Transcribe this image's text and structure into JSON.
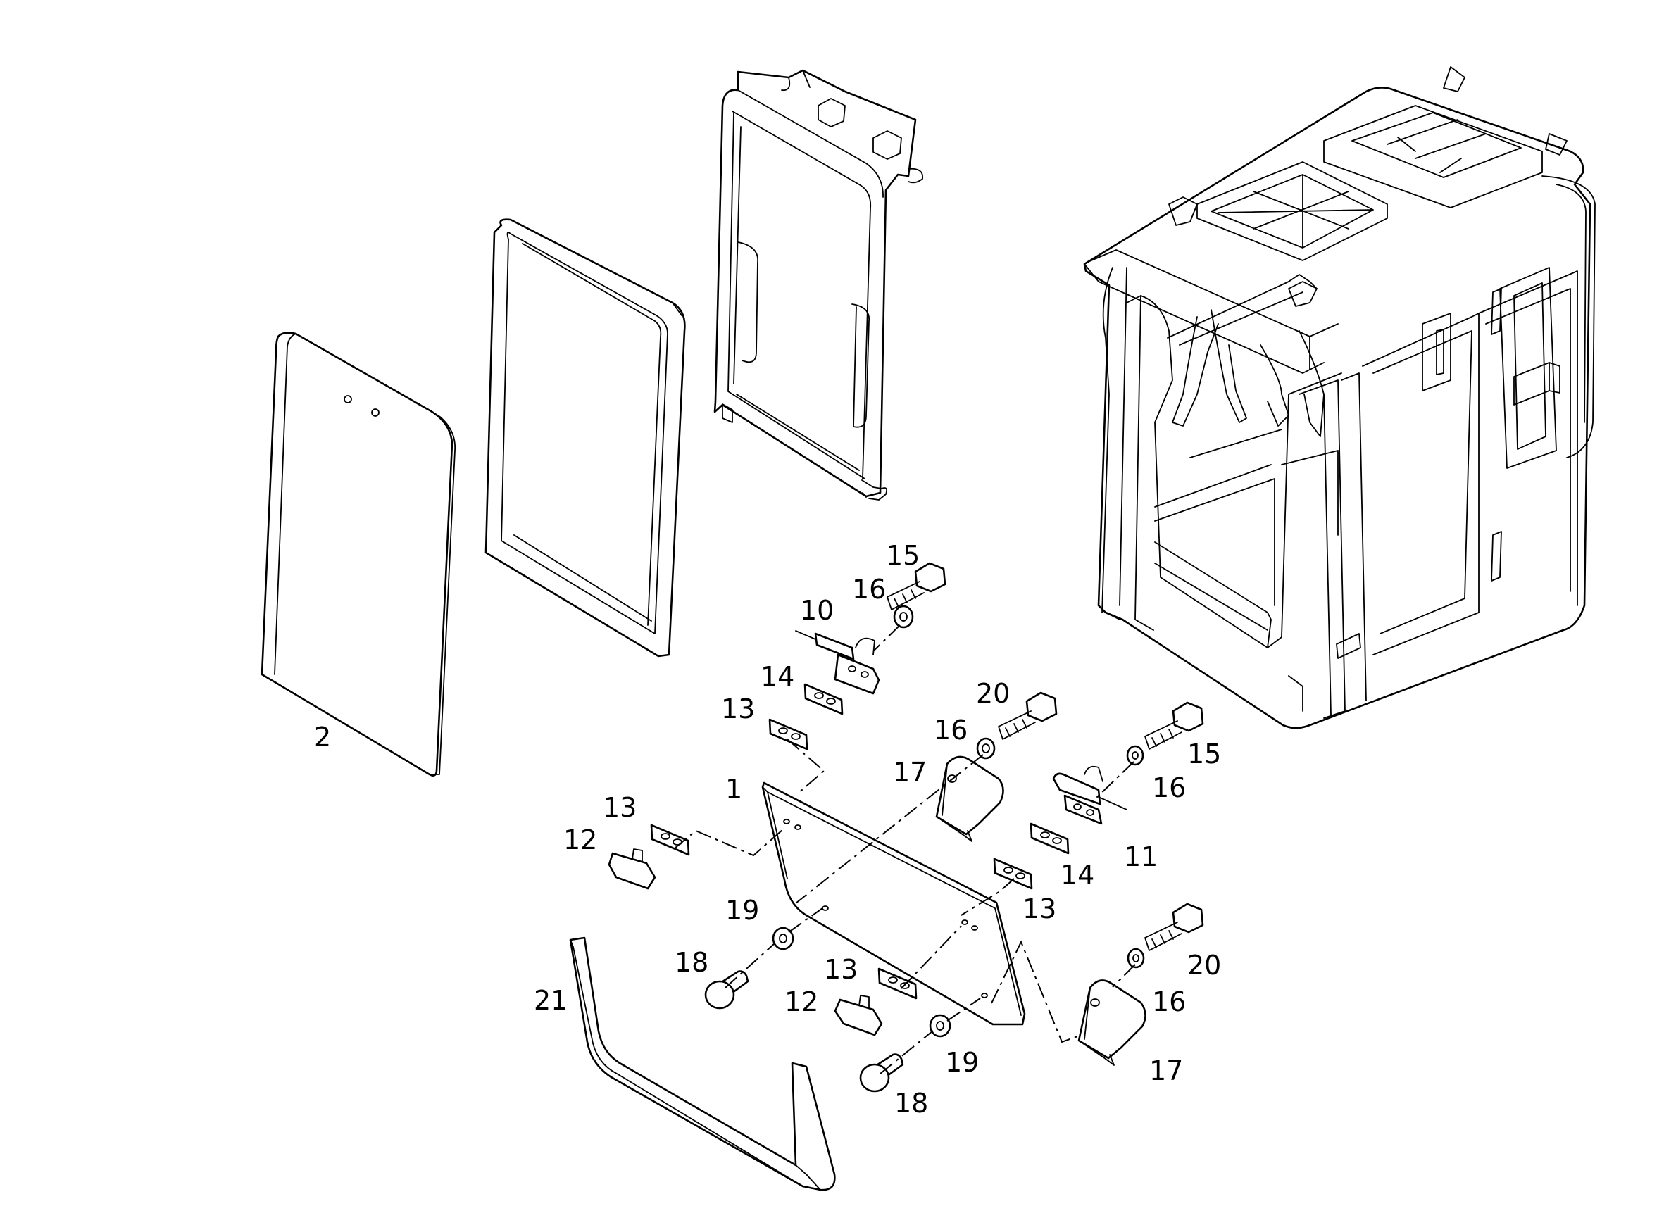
{
  "callouts": [
    {
      "id": "c1",
      "text": "1"
    },
    {
      "id": "c2",
      "text": "2"
    },
    {
      "id": "c10",
      "text": "10"
    },
    {
      "id": "c11",
      "text": "11"
    },
    {
      "id": "c12a",
      "text": "12"
    },
    {
      "id": "c12b",
      "text": "12"
    },
    {
      "id": "c13a",
      "text": "13"
    },
    {
      "id": "c13b",
      "text": "13"
    },
    {
      "id": "c13c",
      "text": "13"
    },
    {
      "id": "c13d",
      "text": "13"
    },
    {
      "id": "c14a",
      "text": "14"
    },
    {
      "id": "c14b",
      "text": "14"
    },
    {
      "id": "c15a",
      "text": "15"
    },
    {
      "id": "c15b",
      "text": "15"
    },
    {
      "id": "c16a",
      "text": "16"
    },
    {
      "id": "c16b",
      "text": "16"
    },
    {
      "id": "c16c",
      "text": "16"
    },
    {
      "id": "c16d",
      "text": "16"
    },
    {
      "id": "c17a",
      "text": "17"
    },
    {
      "id": "c17b",
      "text": "17"
    },
    {
      "id": "c18a",
      "text": "18"
    },
    {
      "id": "c18b",
      "text": "18"
    },
    {
      "id": "c19a",
      "text": "19"
    },
    {
      "id": "c19b",
      "text": "19"
    },
    {
      "id": "c20a",
      "text": "20"
    },
    {
      "id": "c20b",
      "text": "20"
    },
    {
      "id": "c21",
      "text": "21"
    }
  ]
}
